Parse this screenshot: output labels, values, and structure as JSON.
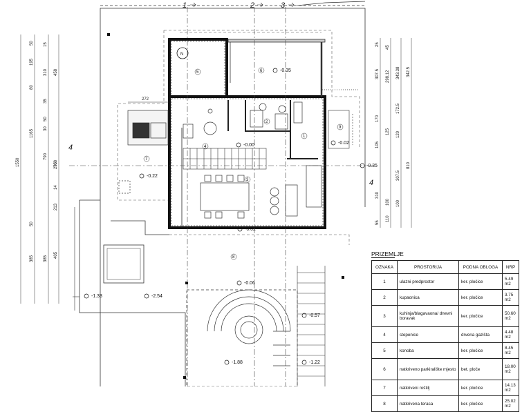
{
  "plan": {
    "section_marks": [
      {
        "id": "sec-1-top",
        "label": "1"
      },
      {
        "id": "sec-2-top",
        "label": "2"
      },
      {
        "id": "sec-3-top",
        "label": "3"
      },
      {
        "id": "sec-4-left",
        "label": "4"
      },
      {
        "id": "sec-4-right",
        "label": "4"
      }
    ],
    "left_dims": [
      "1550",
      "1165",
      "790",
      "708",
      "385",
      "385",
      "405",
      "458",
      "310",
      "295",
      "213",
      "195",
      "80",
      "50",
      "50",
      "15",
      "35",
      "30",
      "50",
      "14"
    ],
    "right_dims": [
      "307.5",
      "298.12",
      "343.38",
      "342.5",
      "172.5",
      "170",
      "120",
      "105",
      "125",
      "307.5",
      "310",
      "100",
      "810",
      "45",
      "25",
      "100",
      "110",
      "55"
    ],
    "top_dim": "272",
    "levels": [
      "-0.35",
      "-0.02",
      "-0.00",
      "-0.22",
      "-0.35",
      "-0.02",
      "-0.06",
      "-1.33",
      "-2.54",
      "-0.57",
      "-1.88",
      "-1.22"
    ],
    "room_numbers": [
      "1",
      "2",
      "3",
      "4",
      "5",
      "6",
      "7",
      "8",
      "9"
    ],
    "north": "N"
  },
  "schedule": {
    "title": "PRIZEMLJE",
    "headers": [
      "OZNAKA",
      "PROSTORIJA",
      "PODNA OBLOGA",
      "NRP"
    ],
    "rows": [
      {
        "oznaka": "1",
        "prostorija": "ulazni predprostor",
        "obloga": "ker. pločice",
        "nrp": "5.49 m2"
      },
      {
        "oznaka": "2",
        "prostorija": "kupaonica",
        "obloga": "ker. pločice",
        "nrp": "3.75 m2"
      },
      {
        "oznaka": "3",
        "prostorija": "kuhinja/blagavaona/ dnevni boravak",
        "obloga": "ker. pločice",
        "nrp": "50.60 m2"
      },
      {
        "oznaka": "4",
        "prostorija": "stepenice",
        "obloga": "drvena gazišta",
        "nrp": "4.48 m2"
      },
      {
        "oznaka": "5",
        "prostorija": "konoba",
        "obloga": "ker. pločice",
        "nrp": "8.45 m2"
      },
      {
        "oznaka": "6",
        "prostorija": "natkriveno parkiralište mjesto",
        "obloga": "bet. ploče",
        "nrp": "18.00 m2"
      },
      {
        "oznaka": "7",
        "prostorija": "natkriveni roštilj",
        "obloga": "ker. pločice",
        "nrp": "14.13 m2"
      },
      {
        "oznaka": "8",
        "prostorija": "natkrivena terasa",
        "obloga": "ker. pločice",
        "nrp": "25.02 m2"
      }
    ]
  }
}
